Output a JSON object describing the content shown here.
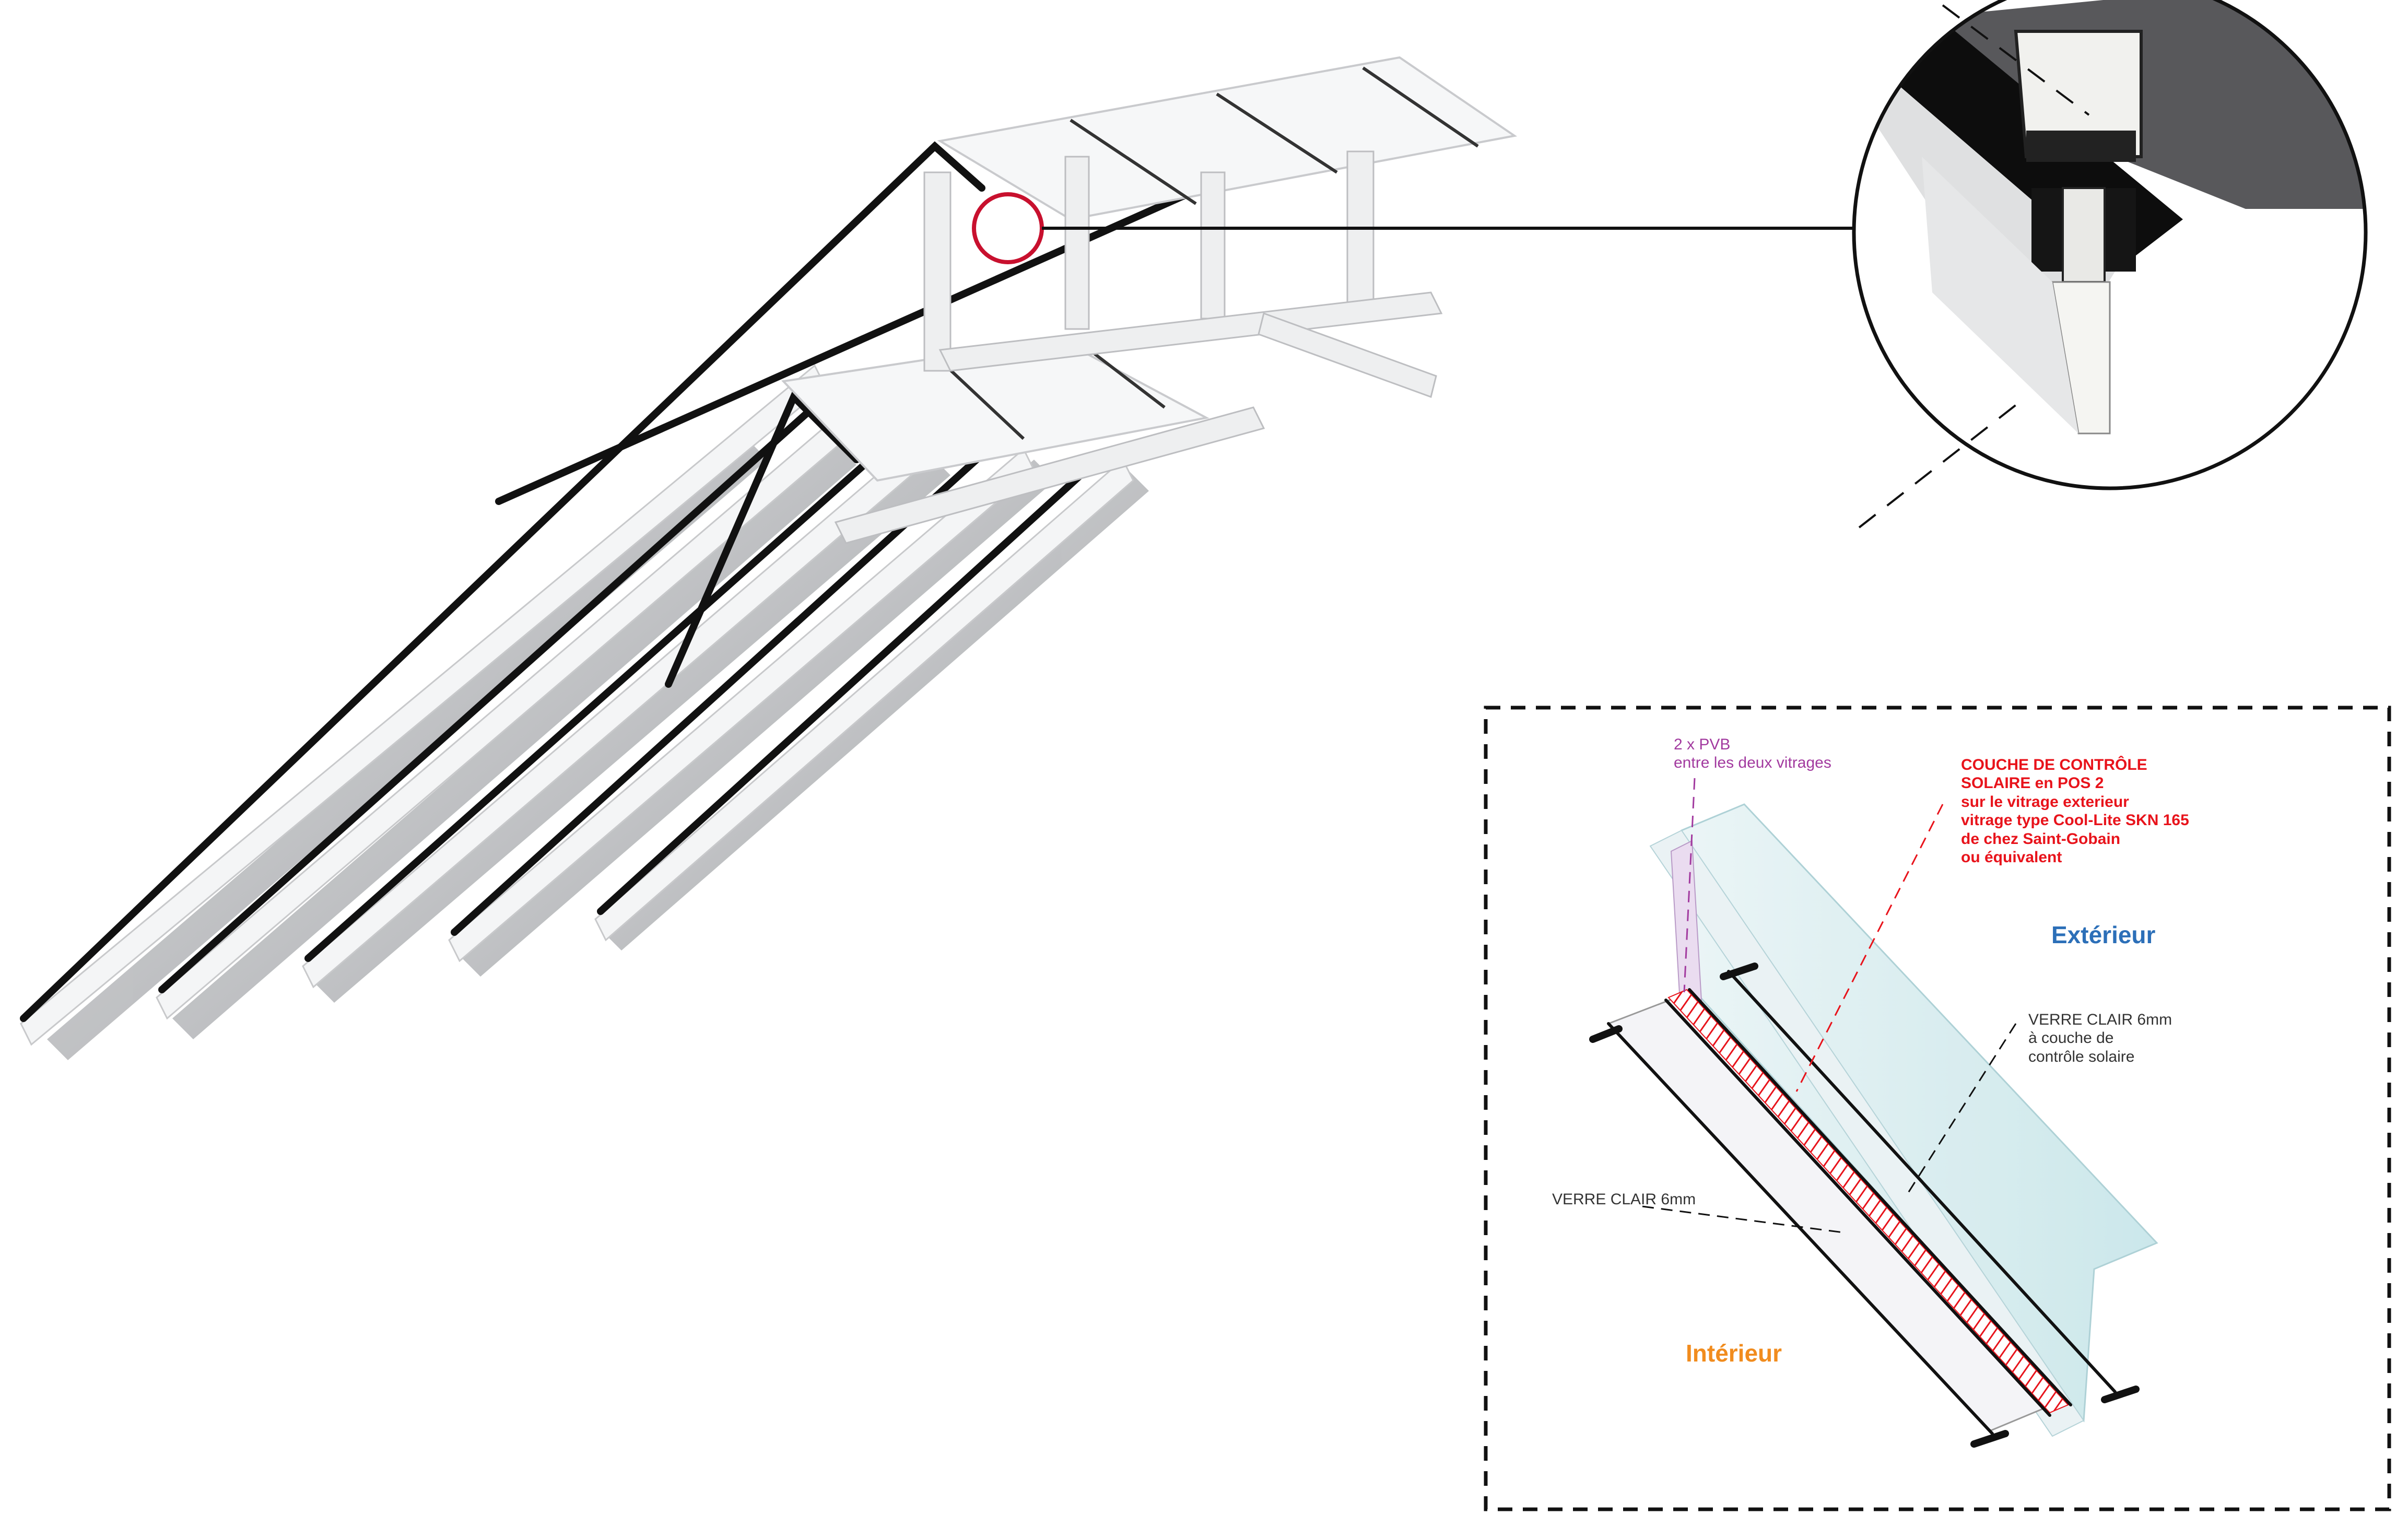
{
  "colors": {
    "pvb": "#a23a9f",
    "coating": "#e8131b",
    "exterior": "#2c6fb8",
    "interior": "#f18c1e",
    "text": "#333333",
    "highlight_circle": "#c8102e"
  },
  "labels": {
    "pvb": [
      "2 x PVB",
      "entre les deux vitrages"
    ],
    "coating": [
      "COUCHE DE CONTRÔLE",
      "SOLAIRE en POS 2",
      "sur le vitrage exterieur",
      "vitrage type Cool-Lite SKN 165",
      "de chez Saint-Gobain",
      "ou équivalent"
    ],
    "exterior": "Extérieur",
    "interior": "Intérieur",
    "verre_ext": [
      "VERRE CLAIR 6mm",
      "à couche de",
      "contrôle solaire"
    ],
    "verre_int": [
      "VERRE CLAIR 6mm"
    ]
  }
}
